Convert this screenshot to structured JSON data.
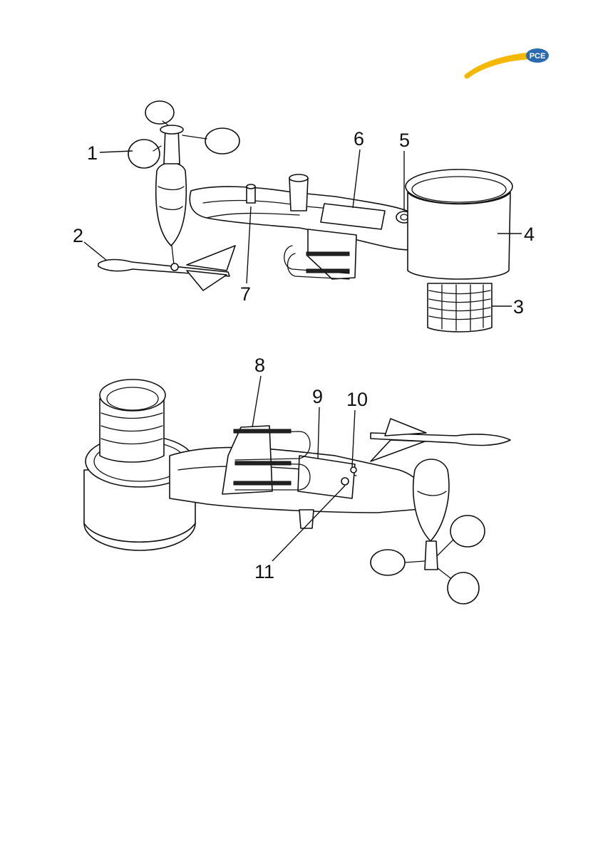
{
  "header": {
    "logo_text": "PCE",
    "logo_icon": "pce-instruments-logo",
    "brand_colors": {
      "swoosh": "#f5b800",
      "badge": "#2a6bb0"
    }
  },
  "figure_top": {
    "callouts": [
      {
        "num": "1"
      },
      {
        "num": "2"
      },
      {
        "num": "3"
      },
      {
        "num": "4"
      },
      {
        "num": "5"
      },
      {
        "num": "6"
      },
      {
        "num": "7"
      }
    ]
  },
  "figure_bottom": {
    "callouts": [
      {
        "num": "8"
      },
      {
        "num": "9"
      },
      {
        "num": "10"
      },
      {
        "num": "11"
      }
    ]
  }
}
